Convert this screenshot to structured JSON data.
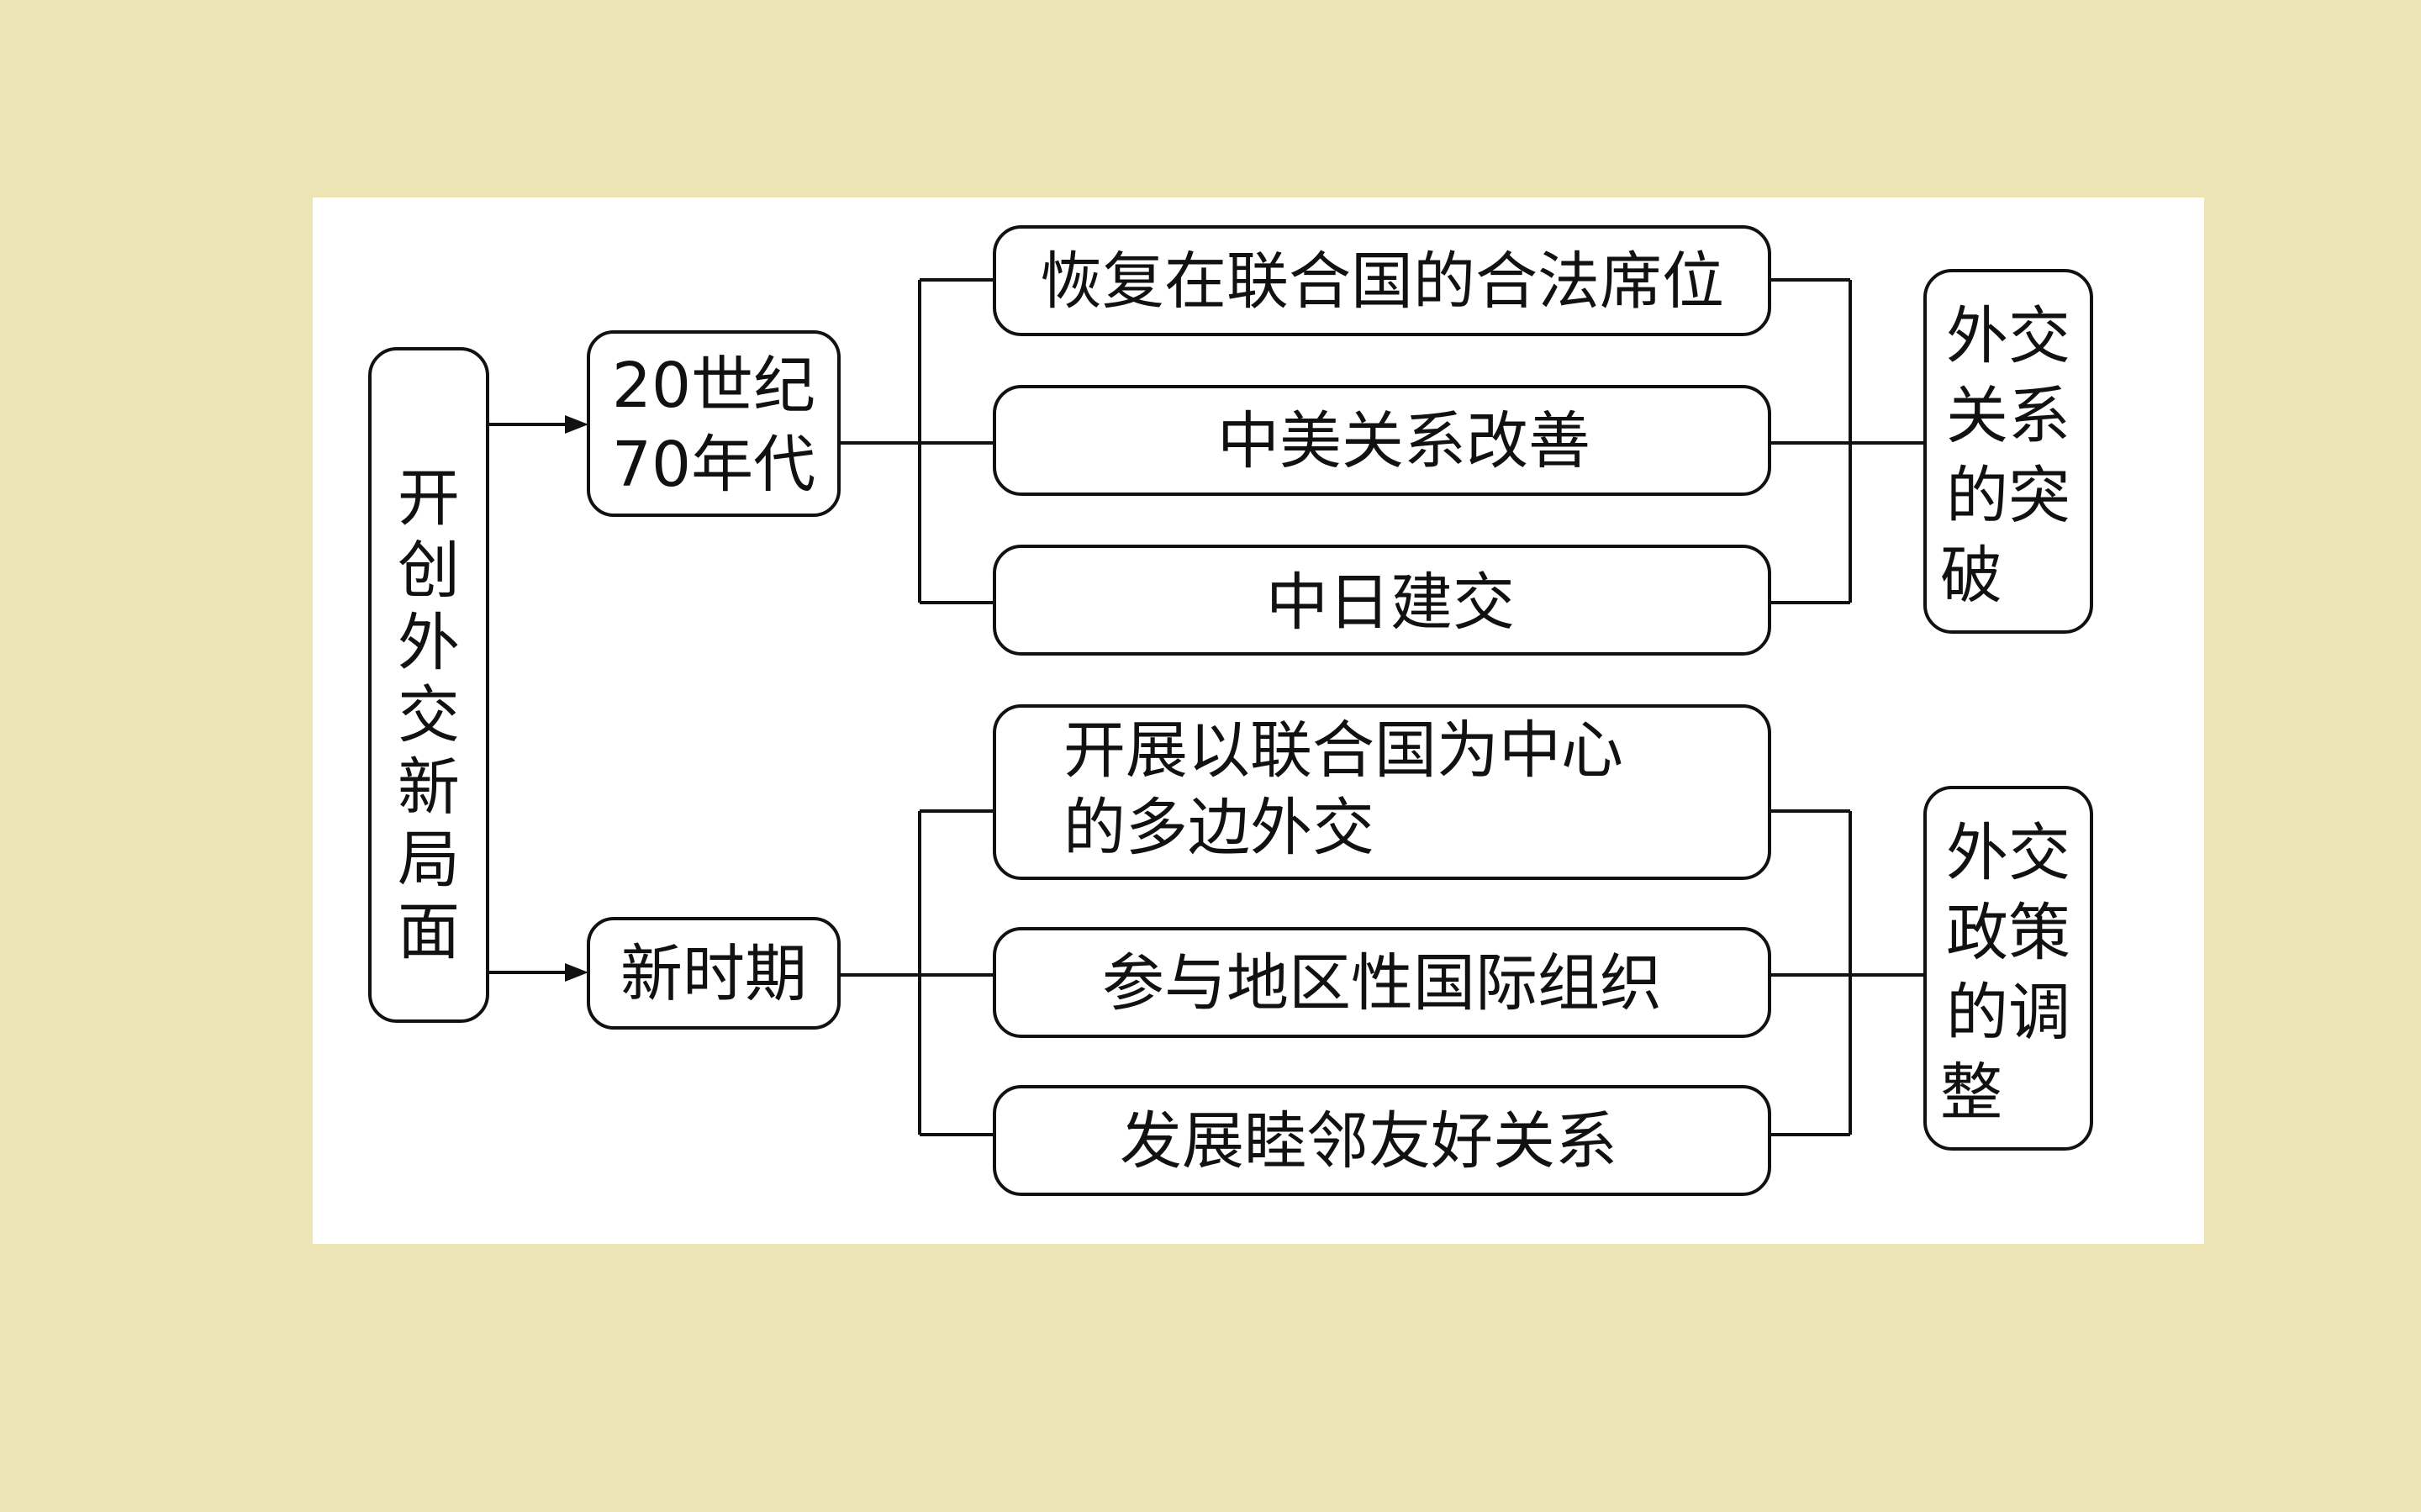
{
  "diagram": {
    "root": [
      "开",
      "创",
      "外",
      "交",
      "新",
      "局",
      "面"
    ],
    "period1": {
      "lines": [
        "20世纪",
        "70年代"
      ],
      "events": [
        "恢复在联合国的合法席位",
        "中美关系改善",
        "中日建交"
      ],
      "result": [
        "外交",
        "关系",
        "的突",
        "破"
      ]
    },
    "period2": {
      "label": "新时期",
      "events": [
        [
          "开展以联合国为中心",
          "的多边外交"
        ],
        "参与地区性国际组织",
        "发展睦邻友好关系"
      ],
      "result": [
        "外交",
        "政策",
        "的调",
        "整"
      ]
    }
  }
}
